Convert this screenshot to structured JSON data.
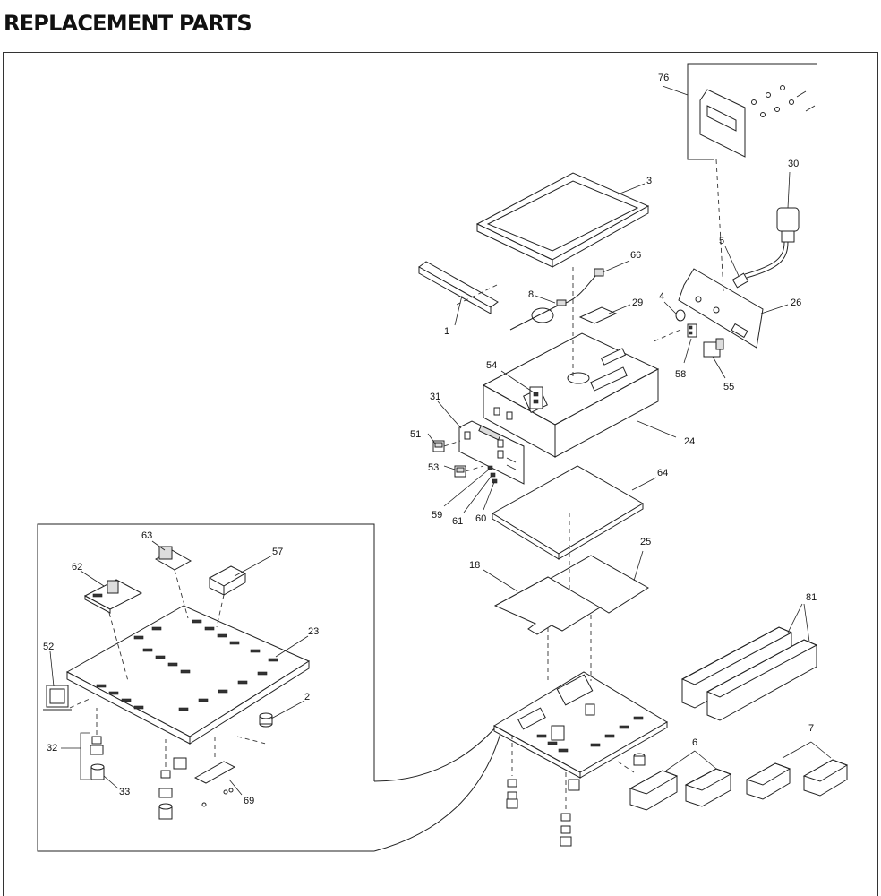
{
  "page": {
    "title": "REPLACEMENT PARTS"
  },
  "parts": [
    {
      "id": "1",
      "label": "1"
    },
    {
      "id": "2",
      "label": "2"
    },
    {
      "id": "3",
      "label": "3"
    },
    {
      "id": "4",
      "label": "4"
    },
    {
      "id": "5",
      "label": "5"
    },
    {
      "id": "6",
      "label": "6"
    },
    {
      "id": "7",
      "label": "7"
    },
    {
      "id": "8",
      "label": "8"
    },
    {
      "id": "18",
      "label": "18"
    },
    {
      "id": "23",
      "label": "23"
    },
    {
      "id": "24",
      "label": "24"
    },
    {
      "id": "25",
      "label": "25"
    },
    {
      "id": "26",
      "label": "26"
    },
    {
      "id": "29",
      "label": "29"
    },
    {
      "id": "30",
      "label": "30"
    },
    {
      "id": "31",
      "label": "31"
    },
    {
      "id": "32",
      "label": "32"
    },
    {
      "id": "33",
      "label": "33"
    },
    {
      "id": "51",
      "label": "51"
    },
    {
      "id": "52",
      "label": "52"
    },
    {
      "id": "53",
      "label": "53"
    },
    {
      "id": "54",
      "label": "54"
    },
    {
      "id": "55",
      "label": "55"
    },
    {
      "id": "57",
      "label": "57"
    },
    {
      "id": "58",
      "label": "58"
    },
    {
      "id": "59",
      "label": "59"
    },
    {
      "id": "60",
      "label": "60"
    },
    {
      "id": "61",
      "label": "61"
    },
    {
      "id": "62",
      "label": "62"
    },
    {
      "id": "63",
      "label": "63"
    },
    {
      "id": "64",
      "label": "64"
    },
    {
      "id": "66",
      "label": "66"
    },
    {
      "id": "69",
      "label": "69"
    },
    {
      "id": "76",
      "label": "76"
    },
    {
      "id": "81",
      "label": "81"
    }
  ]
}
